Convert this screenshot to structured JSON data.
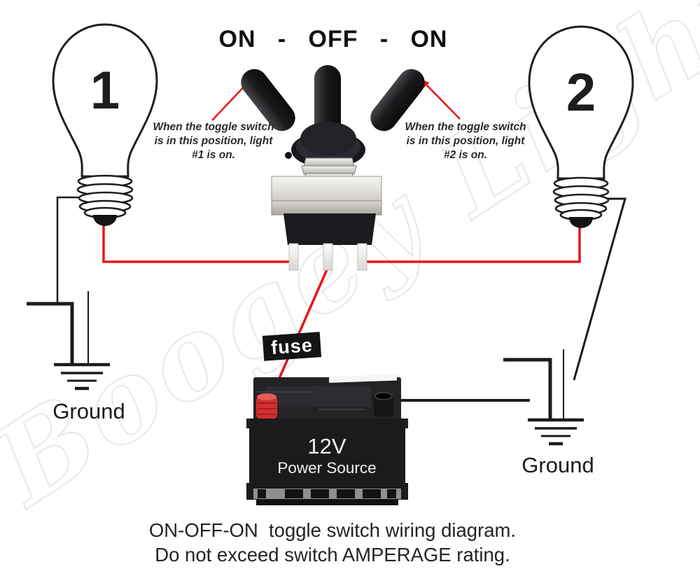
{
  "title": "ON   -   OFF   -   ON",
  "bulb_left": {
    "number": "1"
  },
  "bulb_right": {
    "number": "2"
  },
  "annotation_left": {
    "line1": "When the toggle switch",
    "line2": "is in this position, light",
    "line3": "#1 is on."
  },
  "annotation_right": {
    "line1": "When the toggle switch",
    "line2": "is in this position, light",
    "line3": "#2 is on."
  },
  "fuse_label": "fuse",
  "battery": {
    "voltage": "12V",
    "label": "Power Source"
  },
  "ground_left_label": "Ground",
  "ground_right_label": "Ground",
  "caption": {
    "line1": "ON-OFF-ON  toggle switch wiring diagram.",
    "line2": "Do not exceed switch AMPERAGE rating."
  },
  "watermark": "Boogey Lights",
  "colors": {
    "wire_red": "#e8161b",
    "wire_black": "#1b1b1b",
    "fuse_label_bg": "#141414",
    "battery_body": "#1b1b1e",
    "battery_positive_terminal": "#d32f2f",
    "switch_metal": "#d5d2cd",
    "watermark_gray": "#e7e7e7"
  }
}
